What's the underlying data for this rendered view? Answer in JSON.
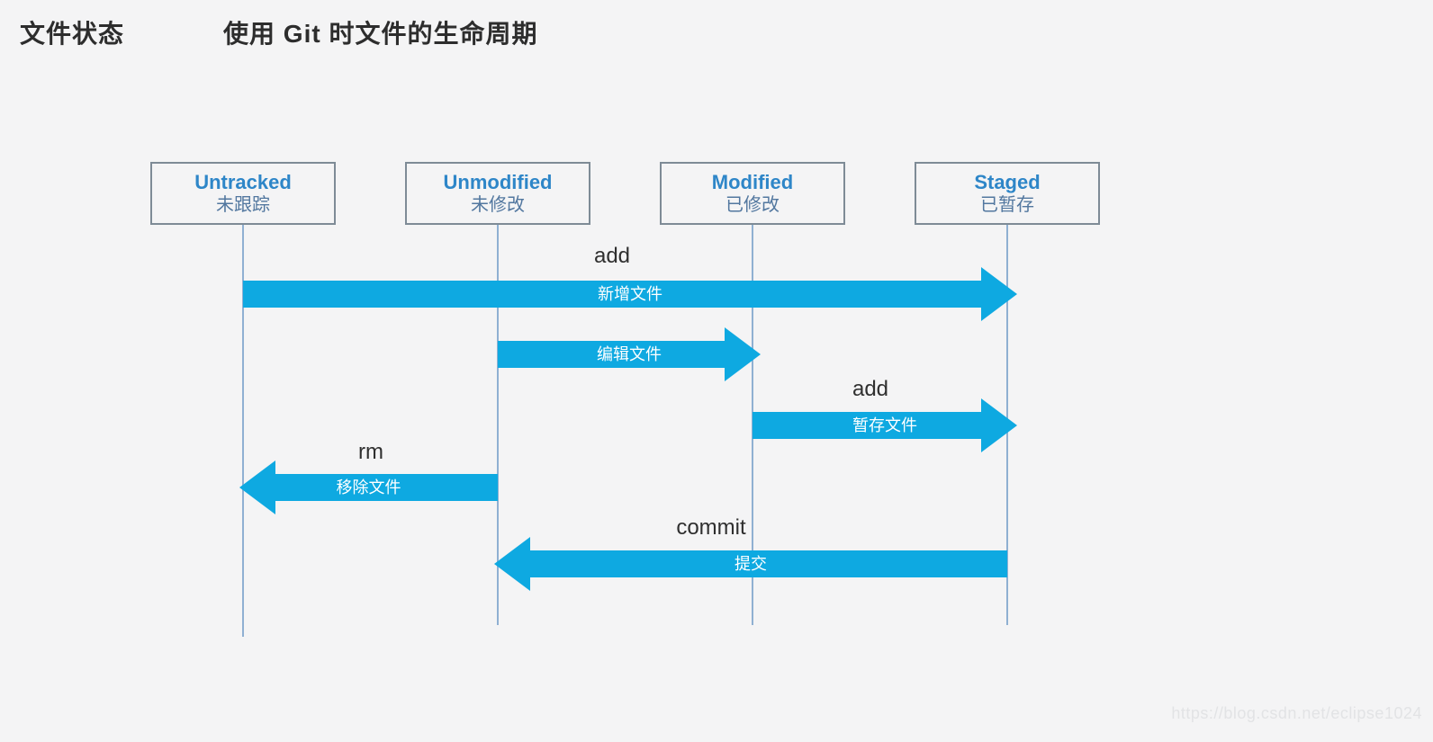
{
  "header": {
    "title_left": "文件状态",
    "title_right": "使用 Git 时文件的生命周期"
  },
  "states": [
    {
      "en": "Untracked",
      "zh": "未跟踪"
    },
    {
      "en": "Unmodified",
      "zh": "未修改"
    },
    {
      "en": "Modified",
      "zh": "已修改"
    },
    {
      "en": "Staged",
      "zh": "已暂存"
    }
  ],
  "transitions": [
    {
      "command": "add",
      "action": "新增文件",
      "direction": "right",
      "from": "Untracked",
      "to": "Staged"
    },
    {
      "command": "",
      "action": "编辑文件",
      "direction": "right",
      "from": "Unmodified",
      "to": "Modified"
    },
    {
      "command": "add",
      "action": "暂存文件",
      "direction": "right",
      "from": "Modified",
      "to": "Staged"
    },
    {
      "command": "rm",
      "action": "移除文件",
      "direction": "left",
      "from": "Unmodified",
      "to": "Untracked"
    },
    {
      "command": "commit",
      "action": "提交",
      "direction": "left",
      "from": "Staged",
      "to": "Unmodified"
    }
  ],
  "watermark": {
    "text": "https://blog.csdn.net/eclipse1024"
  },
  "colors": {
    "background": "#f4f4f5",
    "arrow_fill": "#0ea9e1",
    "arrow_text": "#ffffff",
    "state_en_text": "#2e86c8",
    "state_zh_text": "#52779f",
    "box_border": "#7e8b96",
    "lifeline": "#8fb0d2",
    "command_label_text": "#2f2f2f",
    "title_text": "#2d2d2d",
    "watermark_text": "#e2e3e5"
  }
}
